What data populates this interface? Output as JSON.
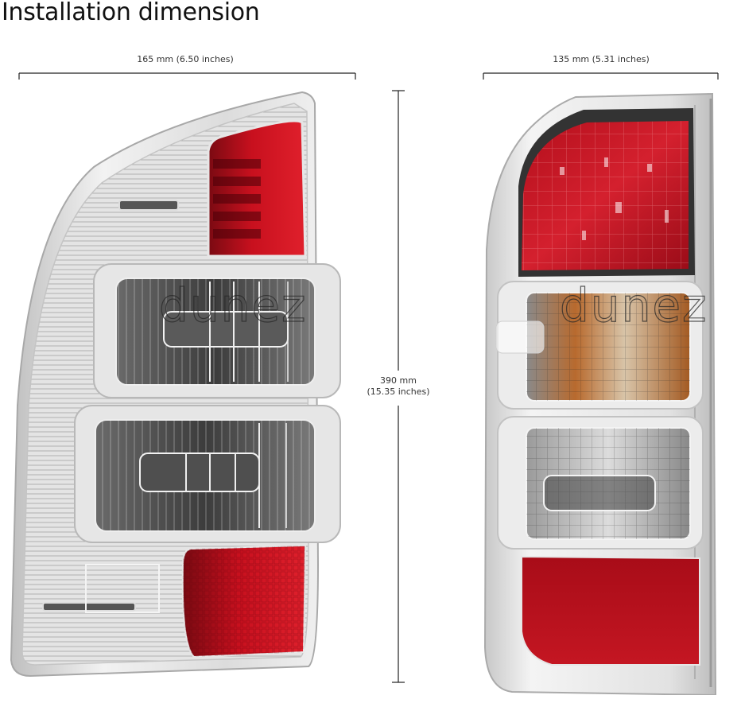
{
  "title": "Installation dimension",
  "dimensions": {
    "width_left": "165 mm (6.50 inches)",
    "width_right": "135 mm (5.31 inches)",
    "height_mm": "390 mm",
    "height_in": "(15.35 inches)"
  },
  "watermark": "dunez",
  "lamps": [
    {
      "view": "front",
      "sections": [
        "red tail lens (top)",
        "clear reverse lens",
        "clear indicator lens",
        "red reflector lens (bottom)"
      ]
    },
    {
      "view": "angled",
      "sections": [
        "red tail lens (top)",
        "amber/clear indicator lens",
        "clear reverse lens",
        "red reflector lens (bottom)"
      ]
    }
  ],
  "colors": {
    "red_lens": "#c8101e",
    "red_lens_dark": "#8e0a14",
    "chrome": "#d9d9d9",
    "smoke": "#4a4a4a",
    "amber": "#b86a2e",
    "dim_line": "#222222"
  }
}
